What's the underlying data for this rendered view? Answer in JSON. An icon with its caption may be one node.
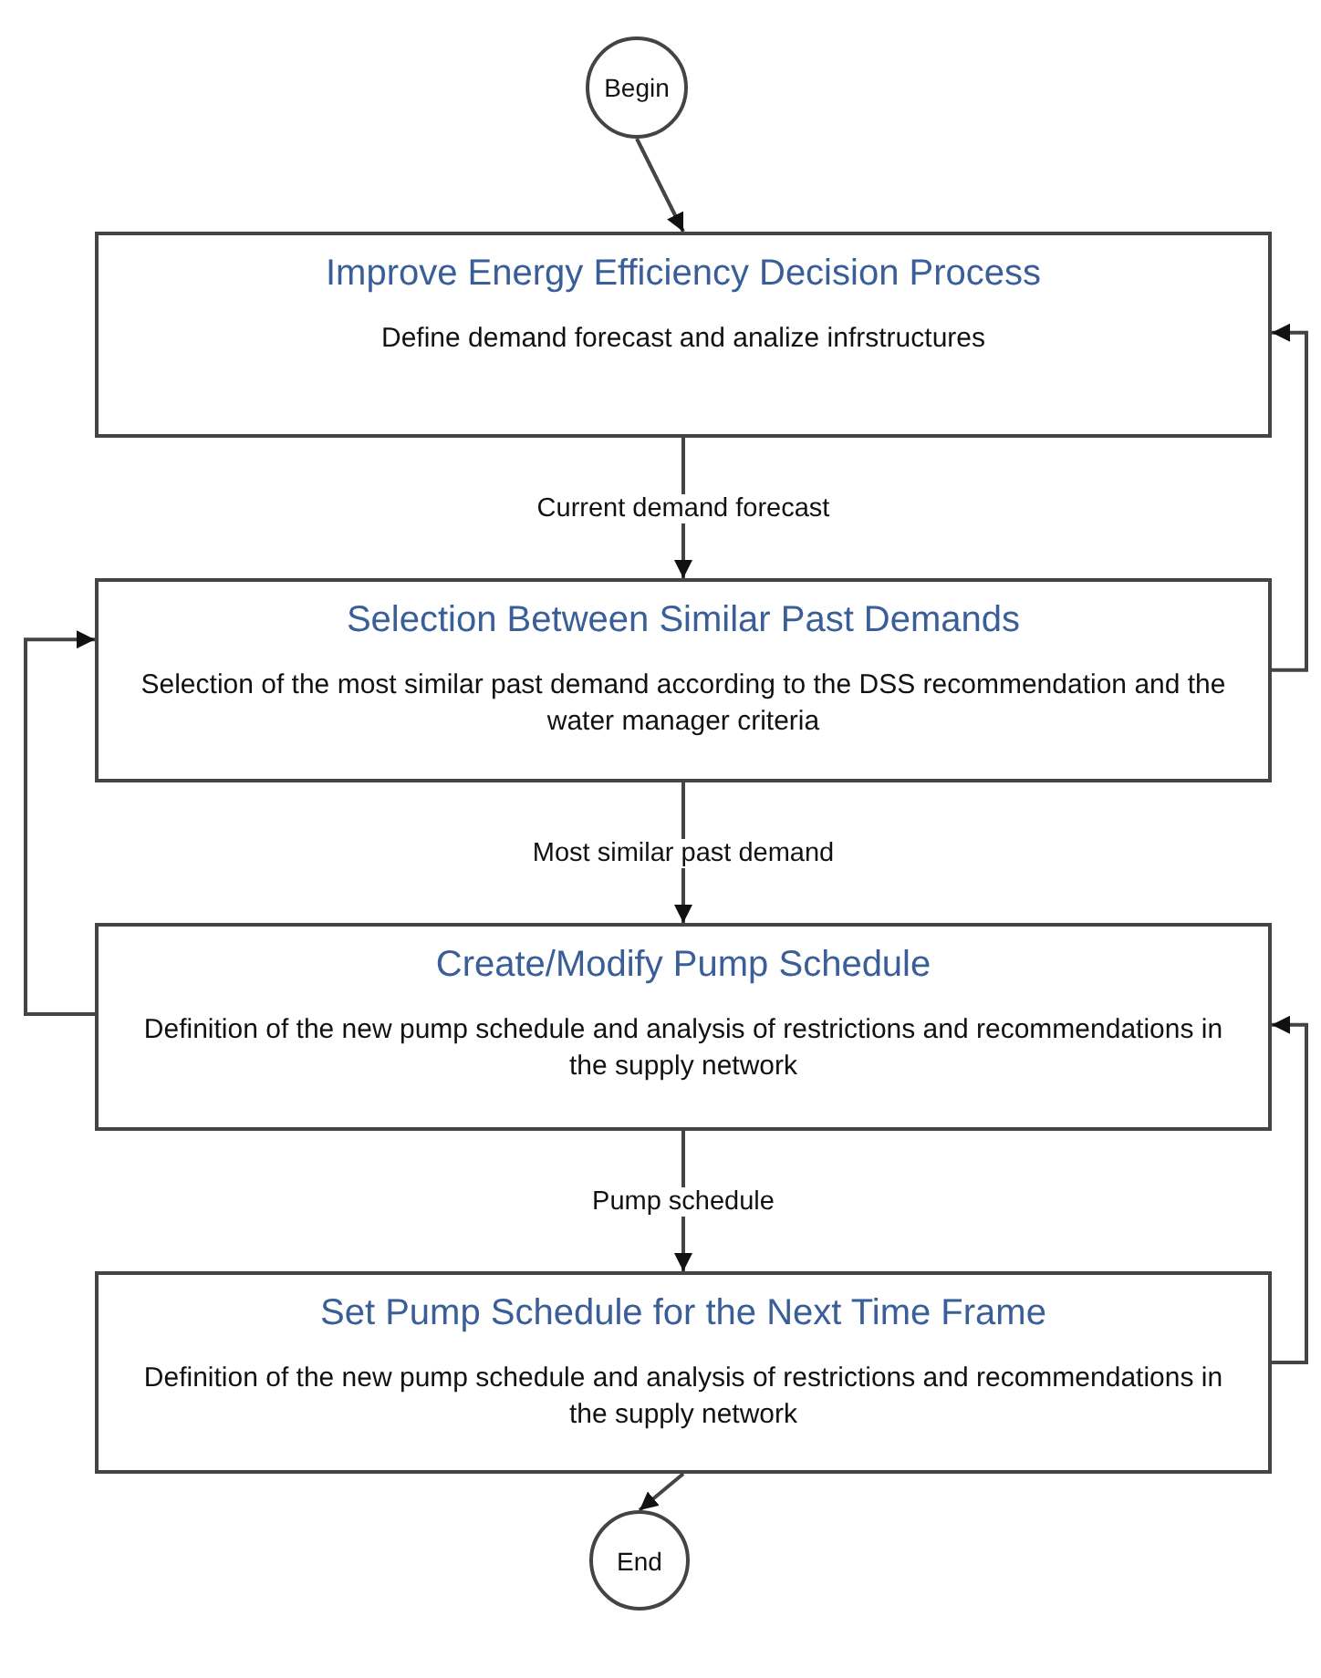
{
  "diagram": {
    "nodes": [
      {
        "text": [
          "Begin"
        ]
      },
      {
        "text": [
          "Improve Energy Efficiency Decision Process",
          "Define demand forecast and analize infrstructures"
        ]
      },
      {
        "text": [
          "Selection Between Similar Past Demands",
          "Selection of the most similar past demand according to the DSS recommendation and the water manager criteria"
        ]
      },
      {
        "text": [
          "Create/Modify Pump Schedule",
          "Definition of the new pump schedule and analysis of restrictions and recommendations in the supply network"
        ]
      },
      {
        "text": [
          "Set Pump Schedule for the Next Time Frame",
          "Definition of the new pump schedule and analysis of restrictions and recommendations in the supply network"
        ]
      },
      {
        "text": [
          "End"
        ]
      }
    ],
    "edges": [
      {
        "from": 0,
        "to": 1,
        "arrow": "to"
      },
      {
        "from": 1,
        "to": 2,
        "arrow": "to",
        "label": "Current demand forecast"
      },
      {
        "from": 2,
        "to": 3,
        "arrow": "to",
        "label": "Most similar past demand"
      },
      {
        "from": 3,
        "to": 4,
        "arrow": "to",
        "label": "Pump schedule"
      },
      {
        "from": 4,
        "to": 5,
        "arrow": "to"
      },
      {
        "from": 3,
        "to": 2,
        "arrow": "to"
      },
      {
        "from": 2,
        "to": 1,
        "arrow": "to"
      },
      {
        "from": 4,
        "to": 3,
        "arrow": "to"
      }
    ]
  }
}
